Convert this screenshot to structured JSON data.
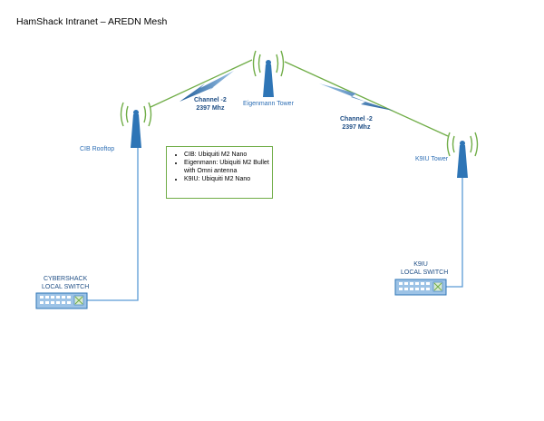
{
  "title": "HamShack Intranet – AREDN Mesh",
  "nodes": {
    "cib": {
      "label": "CIB Rooftop"
    },
    "eigenmann": {
      "label": "Eigenmann Tower"
    },
    "k9iu": {
      "label": "K9IU Tower"
    }
  },
  "links": [
    {
      "channel": "Channel -2",
      "freq": "2397 Mhz"
    },
    {
      "channel": "Channel -2",
      "freq": "2397 Mhz"
    }
  ],
  "switches": {
    "cybershack": {
      "line1": "CYBERSHACK",
      "line2": "LOCAL SWITCH"
    },
    "k9iu": {
      "line1": "K9IU",
      "line2": "LOCAL SWITCH"
    }
  },
  "legend": {
    "items": [
      "CIB: Ubiquiti M2 Nano",
      "Eigenmann: Ubiquiti M2 Bullet with Omni antenna",
      "K9IU: Ubiquiti M2 Nano"
    ]
  },
  "colors": {
    "tower": "#2e75b6",
    "signal": "#70ad47",
    "wire": "#5b9bd5",
    "bolt": "#3f7fbf",
    "switch_body": "#9dc3e6",
    "switch_ports": "#ffffff",
    "label": "#2e6fb5",
    "legend_border": "#70ad47"
  }
}
